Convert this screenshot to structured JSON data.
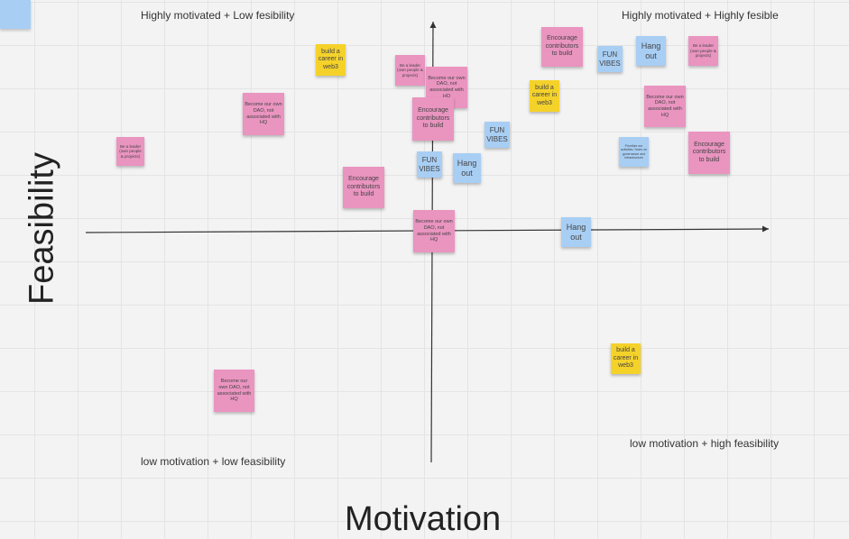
{
  "quadrants": {
    "top_left": "Highly motivated + Low fesibility",
    "top_right": "Highly motivated + Highly fesible",
    "bottom_left": "low motivation + low feasibility",
    "bottom_right": "low motivation + high feasibility"
  },
  "axes": {
    "x_title": "Motivation",
    "y_title": "Feasibility"
  },
  "colors": {
    "pink": "#ea94c0",
    "blue": "#a8cef4",
    "yellow": "#f5d22a",
    "axis": "#333333"
  },
  "notes": [
    {
      "text": "build a career in web3"
    },
    {
      "text": "Be a leader (own people & projects)"
    },
    {
      "text": "Become our own DAO, not associated with HQ"
    },
    {
      "text": "Encourage contributors to build"
    },
    {
      "text": "Encourage contributors to build"
    },
    {
      "text": "FUN VIBES"
    },
    {
      "text": "Hang out"
    },
    {
      "text": "Be a leader (own people & projects)"
    },
    {
      "text": "build a career in web3"
    },
    {
      "text": "Become our own DAO, not associated with HQ"
    },
    {
      "text": "Be a leader (own people & projects)"
    },
    {
      "text": "Become our own DAO, not associated with HQ"
    },
    {
      "text": "FUN VIBES"
    },
    {
      "text": "Encourage contributors to build"
    },
    {
      "text": "FUN VIBES"
    },
    {
      "text": "Hang out"
    },
    {
      "text": "Encourage contributors to build"
    },
    {
      "text": "Become our own DAO, not associated with HQ"
    },
    {
      "text": "Hang out"
    },
    {
      "text": "build a career in web3"
    },
    {
      "text": "Become our own DAO, not associated with HQ"
    },
    {
      "text": "Prioritize our activities / team on governance and infrastructure"
    }
  ]
}
